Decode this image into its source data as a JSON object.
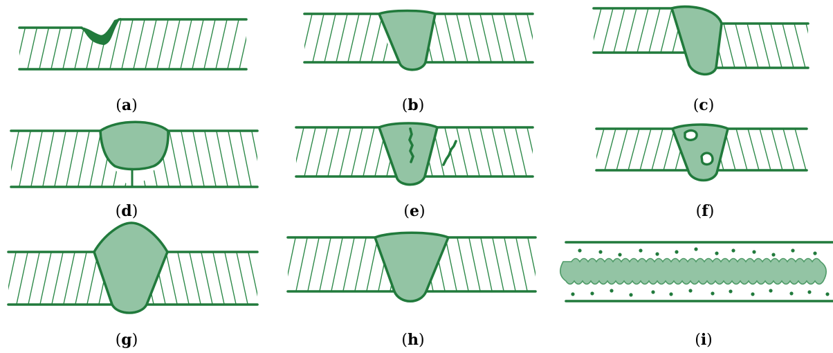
{
  "colors": {
    "stroke": "#217a3c",
    "weld_fill": "#93c4a4",
    "hatch": "#2e8a4a",
    "dark_fill": "#217a3c",
    "background": "#ffffff"
  },
  "panels": [
    {
      "id": "a",
      "label_open": "(",
      "label_letter": "a",
      "label_close": ")",
      "shape": "weld-profile-a"
    },
    {
      "id": "b",
      "label_open": "(",
      "label_letter": "b",
      "label_close": ")",
      "shape": "weld-profile-b"
    },
    {
      "id": "c",
      "label_open": "(",
      "label_letter": "c",
      "label_close": ")",
      "shape": "weld-profile-c"
    },
    {
      "id": "d",
      "label_open": "(",
      "label_letter": "d",
      "label_close": ")",
      "shape": "weld-profile-d"
    },
    {
      "id": "e",
      "label_open": "(",
      "label_letter": "e",
      "label_close": ")",
      "shape": "weld-profile-e"
    },
    {
      "id": "f",
      "label_open": "(",
      "label_letter": "f",
      "label_close": ")",
      "shape": "weld-profile-f"
    },
    {
      "id": "g",
      "label_open": "(",
      "label_letter": "g",
      "label_close": ")",
      "shape": "weld-profile-g"
    },
    {
      "id": "h",
      "label_open": "(",
      "label_letter": "h",
      "label_close": ")",
      "shape": "weld-profile-h"
    },
    {
      "id": "i",
      "label_open": "(",
      "label_letter": "i",
      "label_close": ")",
      "shape": "weld-profile-i"
    }
  ]
}
